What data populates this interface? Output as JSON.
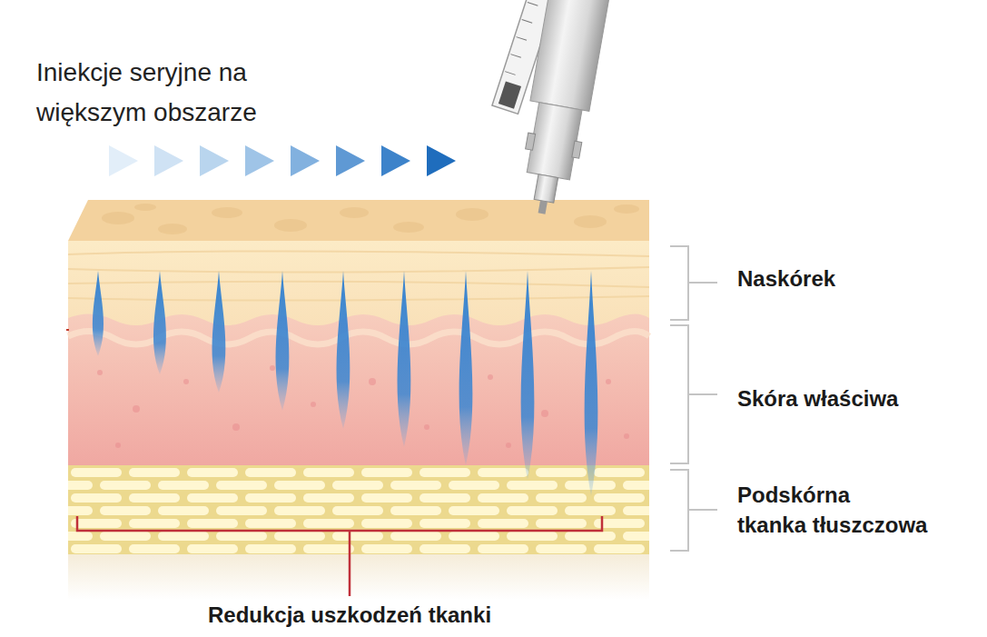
{
  "diagram": {
    "labels": [
      "Iniekcje seryjne na większym obszarze",
      "Naskórek",
      "Skóra właściwa",
      "Podskórna tkanka tłuszczowa",
      "Redukcja uszkodzeń tkanki"
    ]
  }
}
